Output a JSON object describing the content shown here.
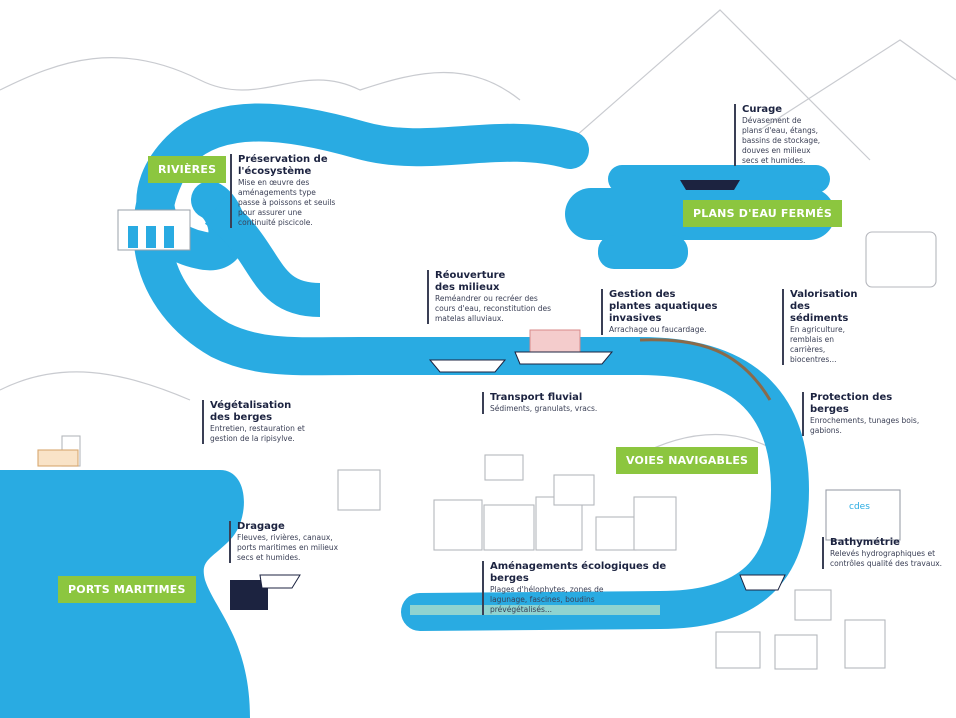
{
  "colors": {
    "water": "#29abe2",
    "tag": "#8cc63f",
    "text": "#1c2340",
    "line": "#b5b7bd"
  },
  "tags": {
    "rivieres": "RIVIÈRES",
    "plans": "PLANS D'EAU FERMÉS",
    "voies": "VOIES NAVIGABLES",
    "ports": "PORTS MARITIMES"
  },
  "blocks": [
    {
      "title": "Préservation de l'écosystème",
      "desc": "Mise en œuvre des aménagements type passe à poissons et seuils pour assurer une continuité piscicole."
    },
    {
      "title": "Réouverture des milieux",
      "desc": "Reméandrer ou recréer des cours d'eau, reconstitution des matelas alluviaux."
    },
    {
      "title": "Gestion des plantes aquatiques invasives",
      "desc": "Arrachage ou faucardage."
    },
    {
      "title": "Curage",
      "desc": "Dévasement de plans d'eau, étangs, bassins de stockage, douves en milieux secs et humides."
    },
    {
      "title": "Valorisation des sédiments",
      "desc": "En agriculture, remblais en carrières, biocentres..."
    },
    {
      "title": "Protection des berges",
      "desc": "Enrochements, tunages bois, gabions."
    },
    {
      "title": "Végétalisation des berges",
      "desc": "Entretien, restauration et gestion de la ripisylve."
    },
    {
      "title": "Transport fluvial",
      "desc": "Sédiments, granulats, vracs."
    },
    {
      "title": "Dragage",
      "desc": "Fleuves, rivières, canaux, ports maritimes en milieux secs et humides."
    },
    {
      "title": "Aménagements écologiques de berges",
      "desc": "Plages d'hélophytes, zones de lagunage, fascines, boudins prévégétalisés..."
    },
    {
      "title": "Bathymétrie",
      "desc": "Relevés hydrographiques et contrôles qualité des travaux."
    }
  ],
  "logo": "cdes"
}
